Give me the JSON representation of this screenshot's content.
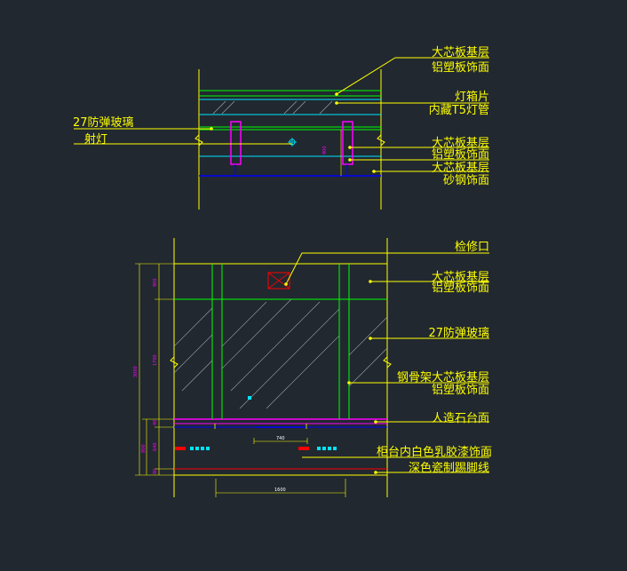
{
  "colors": {
    "background": "#212830",
    "annotation": "#ffff00",
    "panel_line": "#00ff00",
    "glass_hatch": "#9aa0a8",
    "light_tube": "#00e5ff",
    "base_line": "#0000ff",
    "dimension_text": "#ff00ff",
    "hatch_red": "#ff0000",
    "marker_cyan": "#00e5ff"
  },
  "top_section": {
    "labels": {
      "core_board_1": "大芯板基层",
      "aluminum_plastic_1": "铝塑板饰面",
      "lightbox_sheet": "灯箱片",
      "t5_tube": "内藏T5灯管",
      "bulletproof_glass": "27防弹玻璃",
      "spotlight": "射灯",
      "core_board_2": "大芯板基层",
      "aluminum_plastic_2": "铝塑板饰面",
      "core_board_3": "大芯板基层",
      "sand_steel": "砂钢饰面"
    },
    "dimensions": {
      "post_height": "900"
    }
  },
  "bottom_elevation": {
    "labels": {
      "access_panel": "检修口",
      "core_board": "大芯板基层",
      "aluminum_plastic": "铝塑板饰面",
      "bulletproof_glass": "27防弹玻璃",
      "steel_frame_core": "钢骨架大芯板基层",
      "aluminum_plastic_2": "铝塑板饰面",
      "artificial_stone": "人造石台面",
      "cabinet_paint": "柜台内白色乳胶漆饰面",
      "skirting": "深色瓷制踢脚线"
    },
    "dimensions": {
      "total_height": "3000",
      "top_band": "900",
      "glass_height": "1700",
      "counter_band": "40",
      "counter_total": "800",
      "cabinet_height": "640",
      "skirting_height": "80",
      "opening_width": "740",
      "window_width": "1600"
    }
  }
}
